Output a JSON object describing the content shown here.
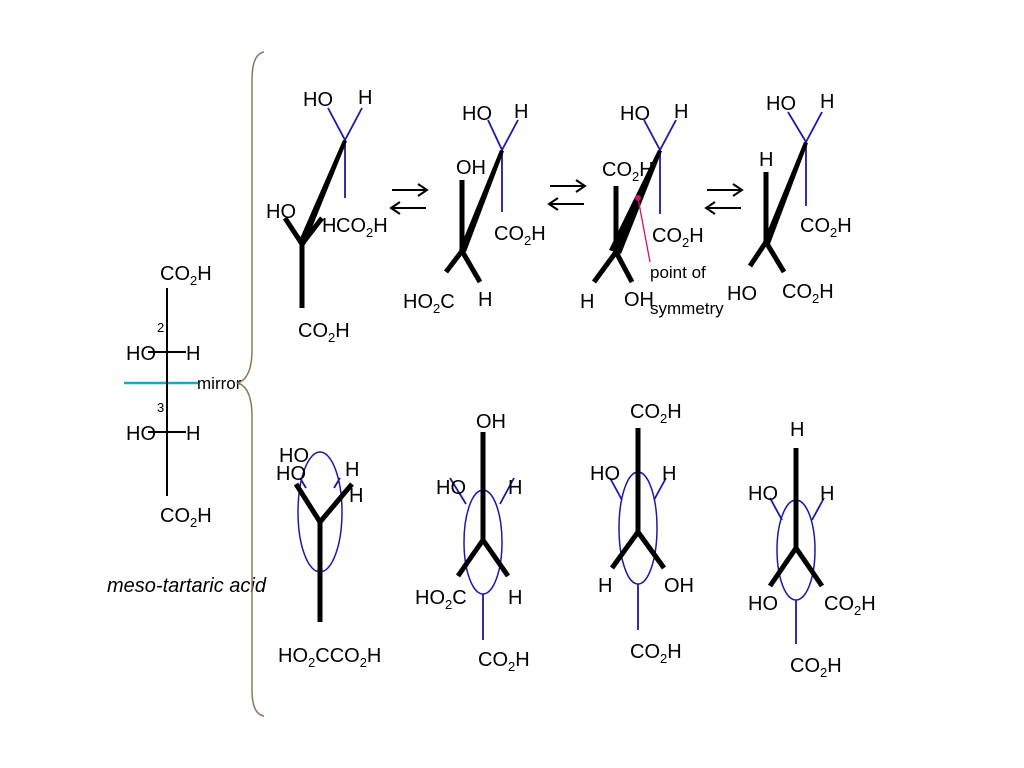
{
  "colors": {
    "bond": "#000000",
    "back_bond": "#1a1aa8",
    "newman_circle": "#1a1aa8",
    "mirror": "#18a8c8",
    "carbon_number": "#1f7a1f",
    "symmetry": "#d0106e",
    "brace": "#8a7a58"
  },
  "fischer": {
    "top": "CO2H",
    "c2_number": "2",
    "c2_left": "HO",
    "c2_right": "H",
    "mirror_label": "mirror",
    "c3_number": "3",
    "c3_left": "HO",
    "c3_right": "H",
    "bottom": "CO2H",
    "caption_italic": "meso",
    "caption_rest": "-tartaric acid"
  },
  "sawhorse": [
    {
      "back_left": "HO",
      "back_right": "H",
      "back_down": "CO2H",
      "front_left": "HO",
      "front_right": "H",
      "front_down": "CO2H"
    },
    {
      "back_left": "HO",
      "back_right": "H",
      "back_down": "CO2H",
      "front_up": "OH",
      "front_left": "HO2C",
      "front_right": "H"
    },
    {
      "back_left": "HO",
      "back_right": "H",
      "back_down": "CO2H",
      "front_up": "CO2H",
      "front_left": "H",
      "front_right": "OH",
      "symmetry_label_1": "point of",
      "symmetry_label_2": "symmetry"
    },
    {
      "back_left": "HO",
      "back_right": "H",
      "back_down": "CO2H",
      "front_up": "H",
      "front_left": "HO",
      "front_right": "CO2H"
    }
  ],
  "newman": [
    {
      "back_left": "HO",
      "back_right": "H",
      "back_down": "CO2H",
      "front_left": "HO",
      "front_right": "H",
      "front_down": "HO2C"
    },
    {
      "back_left": "HO",
      "back_right": "H",
      "back_down": "CO2H",
      "front_up": "OH",
      "front_left": "HO2C",
      "front_right": "H"
    },
    {
      "back_left": "HO",
      "back_right": "H",
      "back_down": "CO2H",
      "front_up": "CO2H",
      "front_left": "H",
      "front_right": "OH"
    },
    {
      "back_left": "HO",
      "back_right": "H",
      "back_down": "CO2H",
      "front_up": "H",
      "front_left": "HO",
      "front_right": "CO2H"
    }
  ]
}
